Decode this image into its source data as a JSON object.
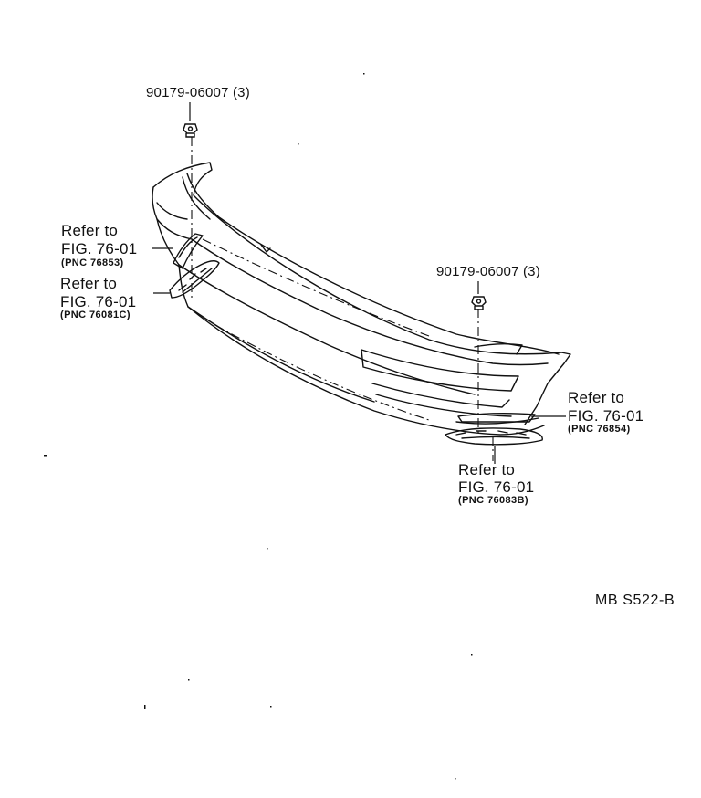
{
  "fasteners": {
    "left": {
      "part_number": "90179-06007 (3)",
      "icon": "nut-icon"
    },
    "right": {
      "part_number": "90179-06007 (3)",
      "icon": "nut-icon"
    }
  },
  "callouts": [
    {
      "refer": "Refer to",
      "fig": "FIG. 76-01",
      "pnc": "(PNC 76853)"
    },
    {
      "refer": "Refer to",
      "fig": "FIG. 76-01",
      "pnc": "(PNC 76081C)"
    },
    {
      "refer": "Refer to",
      "fig": "FIG. 76-01",
      "pnc": "(PNC 76854)"
    },
    {
      "refer": "Refer to",
      "fig": "FIG. 76-01",
      "pnc": "(PNC 76083B)"
    }
  ],
  "diagram_code": "MB  S522-B",
  "colors": {
    "ink": "#111111",
    "paper": "#ffffff"
  }
}
